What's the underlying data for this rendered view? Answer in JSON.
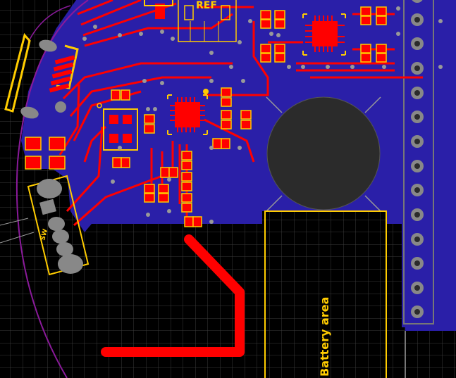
{
  "view": {
    "background": "#000000",
    "grid_color": "#3a3a3a",
    "copper_pour_color": "#2a1fa8",
    "top_copper_color": "#ff0000",
    "silkscreen_color": "#ffcc00",
    "board_outline_color": "#8a1a9a",
    "via_color": "#9a9a9a",
    "pad_color": "#ff1010"
  },
  "labels": {
    "battery_area": "Battery area",
    "ref_partial": "REF",
    "sw_label": "SW"
  },
  "components": {
    "mcu": "mcu-qfn",
    "imu": "imu-qfn",
    "battery_holder": "coin-cell-holder",
    "pin_header": "pin-header-right"
  }
}
